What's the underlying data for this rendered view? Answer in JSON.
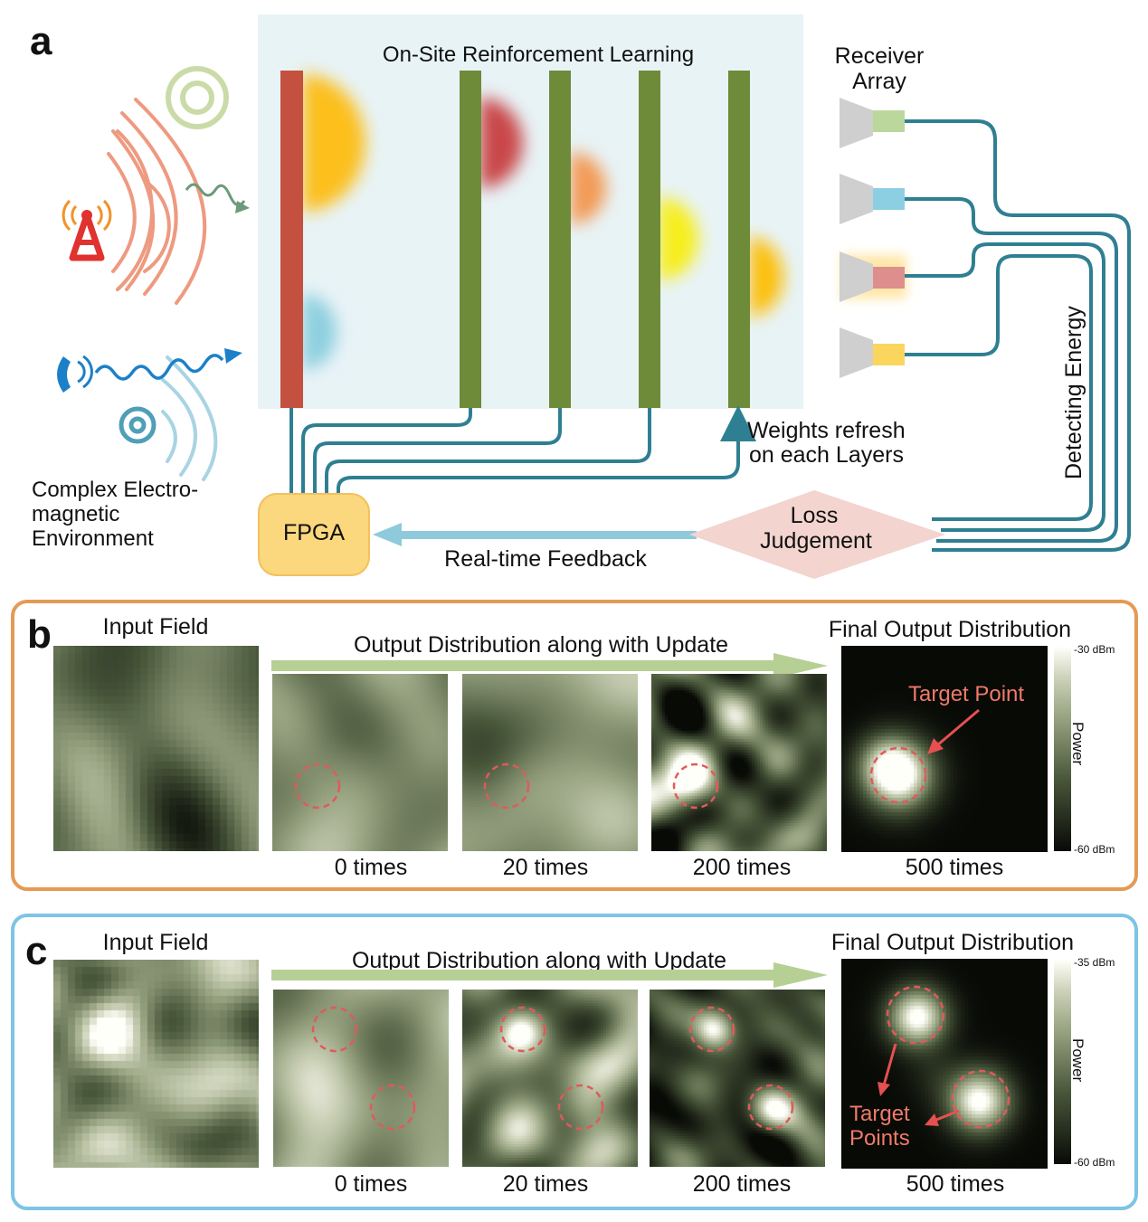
{
  "panel_a": {
    "letter": "a",
    "title": "On-Site Reinforcement Learning",
    "receiver_label_1": "Receiver",
    "receiver_label_2": "Array",
    "env_label_1": "Complex Electro-",
    "env_label_2": "magnetic",
    "env_label_3": "Environment",
    "weights_label_1": "Weights refresh",
    "weights_label_2": "on each Layers",
    "detecting_label": "Detecting Energy",
    "fpga_label": "FPGA",
    "loss_label_1": "Loss",
    "loss_label_2": "Judgement",
    "feedback_label": "Real-time Feedback",
    "colors": {
      "first_layer": "#c4503f",
      "layers": "#6e8b3a",
      "wires": "#2f7f92",
      "feedback_arrow": "#8ecadc",
      "fpga_box": "#fbd77e",
      "loss_box": "#f3d4cf",
      "panel_bg": "#e8f3f6"
    }
  },
  "panel_b": {
    "letter": "b",
    "input_label": "Input Field",
    "update_label": "Output Distribution along with Update",
    "final_label": "Final Output Distribution",
    "target_label": "Target Point",
    "times": [
      "0 times",
      "20 times",
      "200 times",
      "500 times"
    ],
    "colorbar_max": "-30 dBm",
    "colorbar_min": "-60 dBm",
    "colorbar_title": "Power",
    "border_color": "#e59a55"
  },
  "panel_c": {
    "letter": "c",
    "input_label": "Input Field",
    "update_label": "Output Distribution along with Update",
    "final_label": "Final Output Distribution",
    "target_label_1": "Target",
    "target_label_2": "Points",
    "times": [
      "0 times",
      "20 times",
      "200 times",
      "500 times"
    ],
    "colorbar_max": "-35 dBm",
    "colorbar_min": "-60 dBm",
    "colorbar_title": "Power",
    "border_color": "#7ec4e6"
  }
}
